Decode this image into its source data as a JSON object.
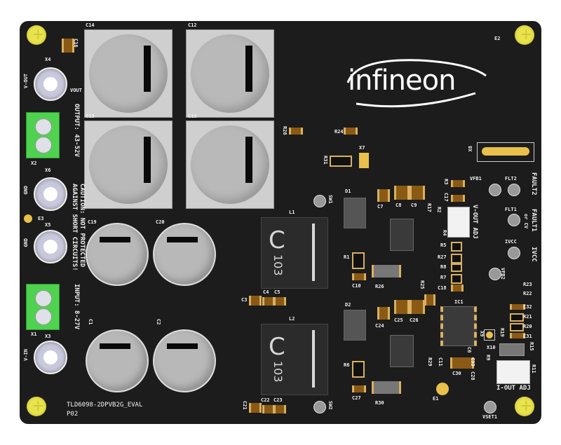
{
  "board": {
    "name": "TLD6098-2DPVB2G_EVAL",
    "revision": "P02",
    "logo_text": "infineon",
    "inductor_marking": {
      "letter": "C",
      "value": "103"
    },
    "warnings": {
      "output": "OUTPUT: 43-52V",
      "caution_line1": "CAUTION: NOT PROTECTED",
      "caution_line2": "AGAINST SHORT CIRCUITS!",
      "input": "INPUT: 8-27V"
    },
    "connectors": {
      "x4": "X4",
      "x4_label": "V-OUT",
      "vout": "VOUT",
      "x2": "X2",
      "x6": "X6",
      "x6_label": "GND",
      "e3": "E3",
      "x5": "X5",
      "x5_label": "GND",
      "x1": "X1",
      "x3": "X3",
      "x3_label": "V-IN",
      "e2": "E2",
      "e1": "E1",
      "x7": "X7",
      "x8": "X8",
      "x9": "X9",
      "x10": "X10"
    },
    "refs": {
      "c14": "C14",
      "c12": "C12",
      "c13": "C13",
      "c15": "C15",
      "c16": "C16",
      "c19": "C19",
      "c20": "C20",
      "c1": "C1",
      "c2": "C2",
      "l1": "L1",
      "l2": "L2",
      "c3": "C3",
      "c4": "C4",
      "c5": "C5",
      "c21": "C21",
      "c22": "C22",
      "c23": "C23",
      "r28": "R28",
      "r24": "R24",
      "r31": "R31",
      "d1": "D1",
      "d2": "D2",
      "c7": "C7",
      "c8": "C8",
      "c9": "C9",
      "c24": "C24",
      "c25": "C25",
      "c26": "C26",
      "r1": "R1",
      "r6": "R6",
      "c10": "C10",
      "c27": "C27",
      "r26": "R26",
      "r30": "R30",
      "r25": "R25",
      "sw1": "SW1",
      "sw2": "SW2",
      "ic1": "IC1",
      "r17": "R17",
      "r2": "R2",
      "r3": "R3",
      "c17": "C17",
      "r4": "R4",
      "r5": "R5",
      "r27": "R27",
      "r8": "R8",
      "r7": "R7",
      "c18": "C18",
      "r29": "R29",
      "c11": "C11",
      "c30": "C30",
      "c6": "C6",
      "c33": "C33",
      "c28": "C28",
      "r9": "R9",
      "r23": "R23",
      "r22": "R22",
      "c32": "C32",
      "r21": "R21",
      "r20": "R20",
      "c31": "C31",
      "r15": "R15",
      "r11": "R11",
      "r19": "R19",
      "vfb1": "VFB1",
      "vfb2": "VFB2",
      "flt2": "FLT2",
      "flt1": "FLT1",
      "ivcc": "IVCC",
      "vset1": "VSET1"
    },
    "right_labels": {
      "v_out_adj": "V-OUT ADJ",
      "i_out_adj": "I-OUT ADJ",
      "fault2": "FAULT2",
      "fault1": "FAULT1",
      "or_cv": "or CV",
      "ivcc": "IVCC"
    }
  }
}
